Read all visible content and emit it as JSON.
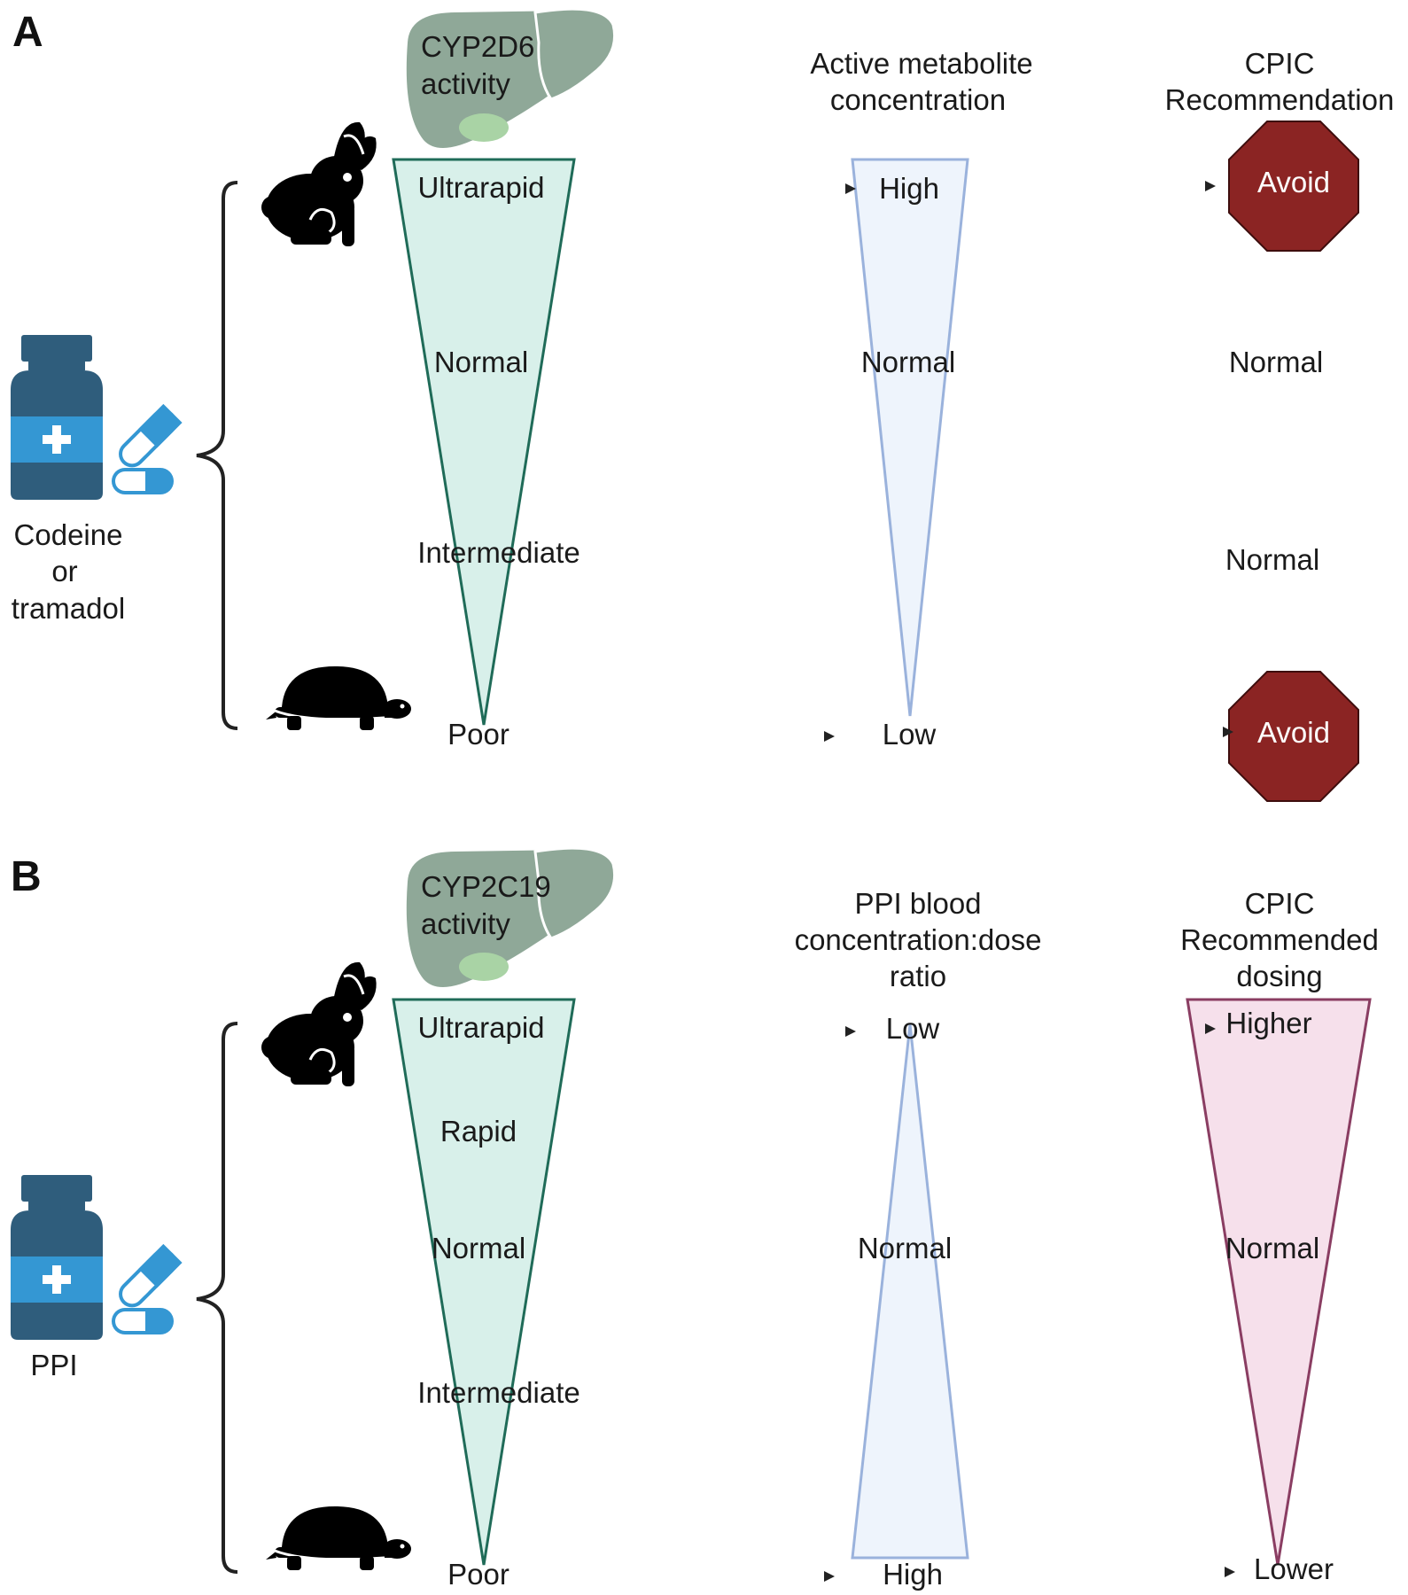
{
  "panel_a": {
    "letter": "A",
    "enzyme": [
      "CYP2D6",
      "activity"
    ],
    "drug": [
      "Codeine",
      "or",
      "tramadol"
    ],
    "activity_levels": [
      "Ultrarapid",
      "Normal",
      "Intermediate",
      "Poor"
    ],
    "column2_title": [
      "Active metabolite",
      "concentration"
    ],
    "column2_levels": {
      "top": "High",
      "middle": "Normal",
      "bottom": "Low"
    },
    "column3_title": [
      "CPIC",
      "Recommendation"
    ],
    "column3_levels": {
      "top": "Avoid",
      "row2": "Normal",
      "row3": "Normal",
      "bottom": "Avoid"
    }
  },
  "panel_b": {
    "letter": "B",
    "enzyme": [
      "CYP2C19",
      "activity"
    ],
    "drug": [
      "PPI"
    ],
    "activity_levels": [
      "Ultrarapid",
      "Rapid",
      "Normal",
      "Intermediate",
      "Poor"
    ],
    "column2_title": [
      "PPI blood",
      "concentration:dose",
      "ratio"
    ],
    "column2_levels": {
      "top": "Low",
      "middle": "Normal",
      "bottom": "High"
    },
    "column3_title": [
      "CPIC",
      "Recommended",
      "dosing"
    ],
    "column3_levels": {
      "top": "Higher",
      "middle": "Normal",
      "bottom": "Lower"
    }
  },
  "colors": {
    "activity_fill": "#d8f0ea",
    "activity_stroke": "#1f6b58",
    "concentration_fill": "#eef4fc",
    "concentration_stroke": "#9ab2dc",
    "dosing_fill": "#f6e0eb",
    "dosing_stroke": "#8a3d62",
    "avoid_fill": "#8b2423",
    "liver": "#8fa898",
    "gallbladder": "#a9d3a5",
    "bottle_dark": "#2f5d7c",
    "bottle_light": "#3497d3",
    "arrow": "#222222"
  },
  "icons": [
    "liver-icon",
    "rabbit-icon",
    "turtle-icon",
    "medicine-bottle-icon",
    "capsule-icon",
    "stop-sign-icon"
  ]
}
